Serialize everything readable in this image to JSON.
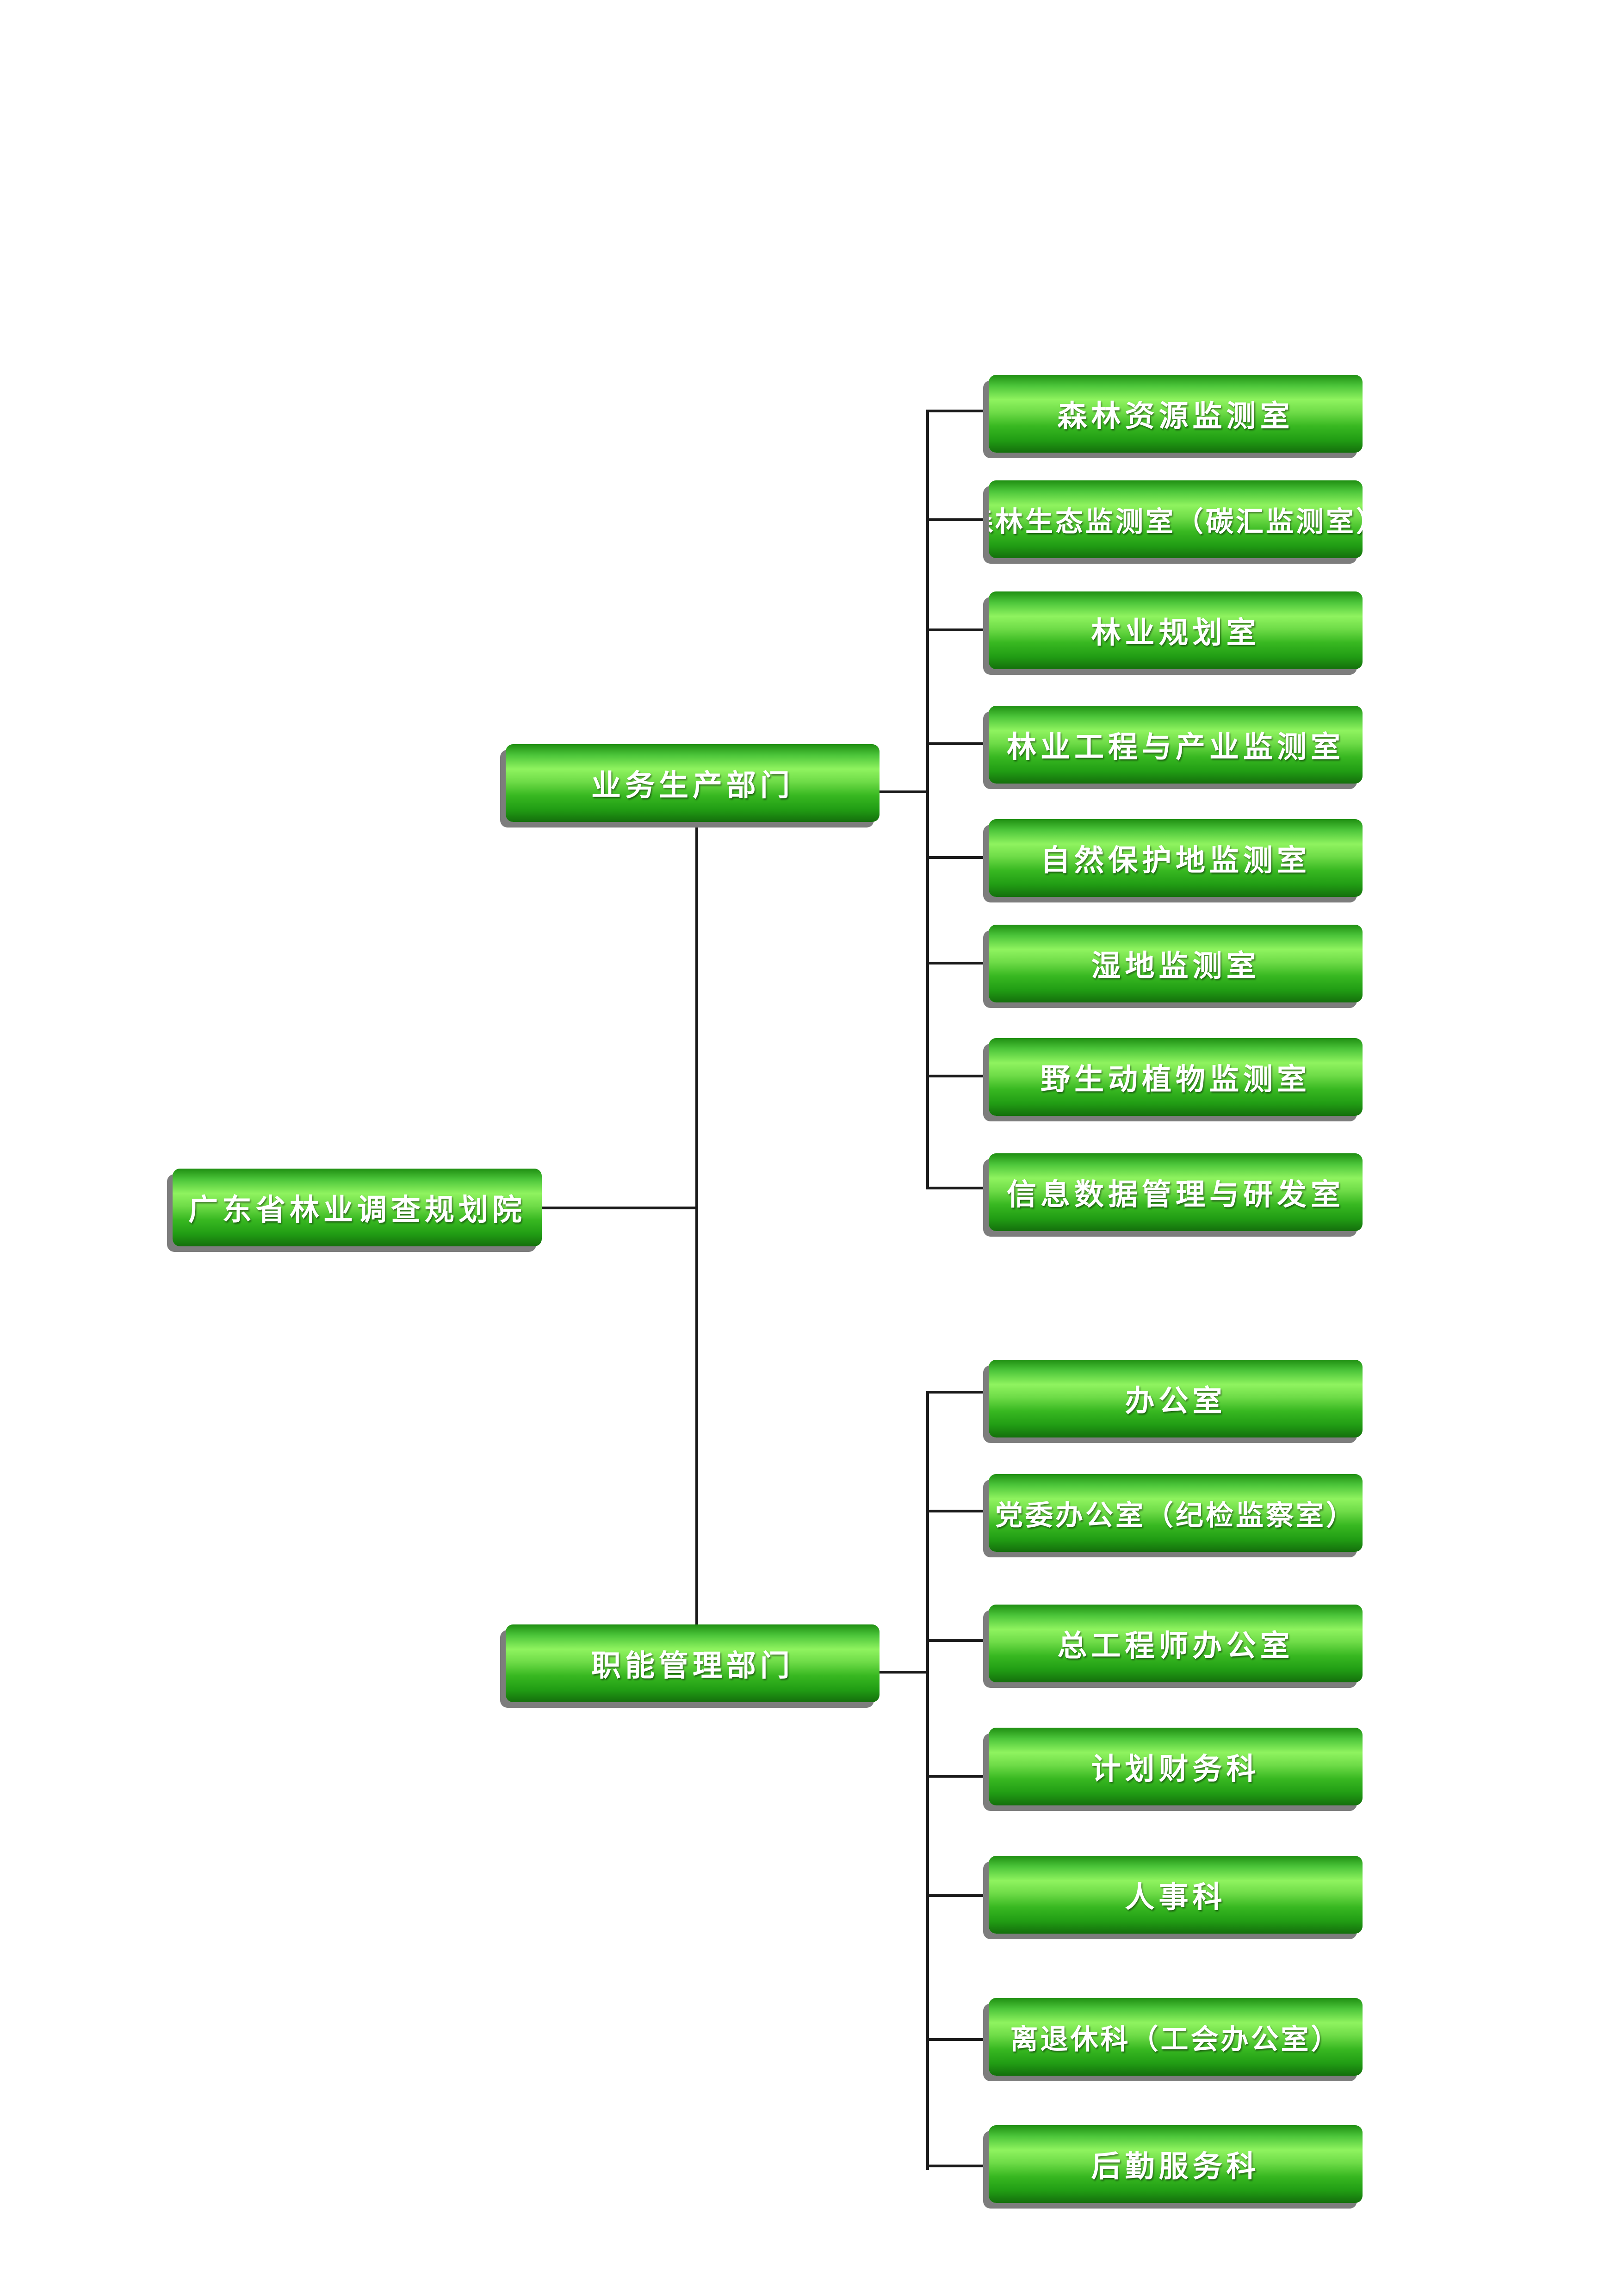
{
  "root": {
    "label": "广东省林业调查规划院"
  },
  "branches": [
    {
      "label": "业务生产部门",
      "children": [
        "森林资源监测室",
        "森林生态监测室（碳汇监测室）",
        "林业规划室",
        "林业工程与产业监测室",
        "自然保护地监测室",
        "湿地监测室",
        "野生动植物监测室",
        "信息数据管理与研发室"
      ]
    },
    {
      "label": "职能管理部门",
      "children": [
        "办公室",
        "党委办公室（纪检监察室）",
        "总工程师办公室",
        "计划财务科",
        "人事科",
        "离退休科（工会办公室）",
        "后勤服务科"
      ]
    }
  ],
  "colors": {
    "node_gradient_light": "#8ff35f",
    "node_gradient_dark": "#146f0c",
    "node_shadow": "#7d7d7d",
    "connector": "#1a1a1a",
    "text": "#ffffff"
  }
}
